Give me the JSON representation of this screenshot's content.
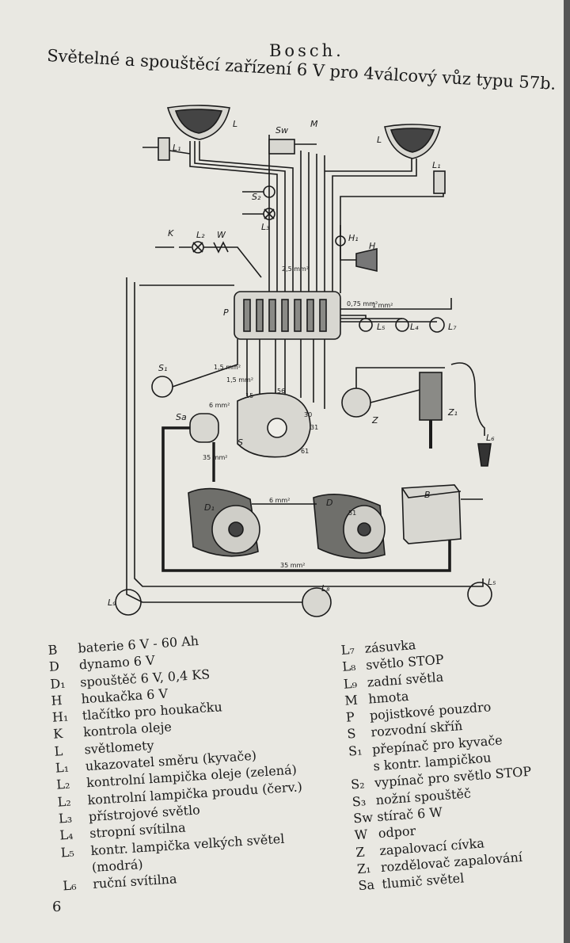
{
  "header": {
    "brand": "Bosch.",
    "title": "Světelné a spouštěcí zařízení 6 V pro 4válcový vůz typu 57b."
  },
  "diagram_labels": {
    "L": "L",
    "L1": "L₁",
    "Sw": "Sw",
    "M": "M",
    "S2": "S₂",
    "L3": "L₃",
    "H1": "H₁",
    "H": "H",
    "K": "K",
    "L2": "L₂",
    "W": "W",
    "P": "P",
    "L4": "L₄",
    "L5": "L₅",
    "L7": "L₇",
    "S1": "S₁",
    "Z": "Z",
    "Z1": "Z₁",
    "Sa": "Sa",
    "S": "S",
    "L6": "L₆",
    "D1": "D₁",
    "D": "D",
    "B": "B",
    "L9": "L₉",
    "L8": "L₈",
    "L5b": "L₅",
    "t15": "15",
    "t56": "56",
    "t30": "30",
    "t31": "31",
    "t61": "61",
    "t51": "51",
    "w1": "1 mm²",
    "w15a": "1,5 mm²",
    "w15b": "1,5 mm²",
    "w6a": "6 mm²",
    "w6b": "6 mm²",
    "w35a": "35 mm²",
    "w35b": "35 mm²",
    "w075": "0,75 mm²",
    "w25": "2,5 mm²"
  },
  "legend_left": [
    {
      "code": "B",
      "desc": "baterie 6 V - 60 Ah"
    },
    {
      "code": "D",
      "desc": "dynamo 6 V"
    },
    {
      "code": "D₁",
      "desc": "spouštěč 6 V, 0,4 KS"
    },
    {
      "code": "H",
      "desc": "houkačka 6 V"
    },
    {
      "code": "H₁",
      "desc": "tlačítko pro houkačku"
    },
    {
      "code": "K",
      "desc": "kontrola oleje"
    },
    {
      "code": "L",
      "desc": "světlomety"
    },
    {
      "code": "L₁",
      "desc": "ukazovatel směru (kyvače)"
    },
    {
      "code": "L₂",
      "desc": "kontrolní lampička oleje (zelená)"
    },
    {
      "code": "L₂",
      "desc": "kontrolní lampička proudu (červ.)"
    },
    {
      "code": "L₃",
      "desc": "přístrojové světlo"
    },
    {
      "code": "L₄",
      "desc": "stropní svítilna"
    },
    {
      "code": "L₅",
      "desc": "kontr. lampička velkých světel"
    },
    {
      "code": "",
      "desc": "(modrá)"
    },
    {
      "code": "L₆",
      "desc": "ruční svítilna"
    }
  ],
  "legend_right": [
    {
      "code": "L₇",
      "desc": "zásuvka"
    },
    {
      "code": "L₈",
      "desc": "světlo STOP"
    },
    {
      "code": "L₉",
      "desc": "zadní světla"
    },
    {
      "code": "M",
      "desc": "hmota"
    },
    {
      "code": "P",
      "desc": "pojistkové pouzdro"
    },
    {
      "code": "S",
      "desc": "rozvodní skříň"
    },
    {
      "code": "S₁",
      "desc": "přepínač pro kyvače"
    },
    {
      "code": "",
      "desc": "s kontr. lampičkou"
    },
    {
      "code": "S₂",
      "desc": "vypínač pro světlo STOP"
    },
    {
      "code": "S₃",
      "desc": "nožní spouštěč"
    },
    {
      "code": "Sw",
      "desc": "stírač 6 W"
    },
    {
      "code": "W",
      "desc": "odpor"
    },
    {
      "code": "Z",
      "desc": "zapalovací cívka"
    },
    {
      "code": "Z₁",
      "desc": "rozdělovač zapalování"
    },
    {
      "code": "Sa",
      "desc": "tlumič světel"
    }
  ],
  "footer": {
    "page_number": "6"
  },
  "colors": {
    "paper": "#e9e8e2",
    "ink": "#1b1b1b",
    "background": "#3a3a3a"
  }
}
